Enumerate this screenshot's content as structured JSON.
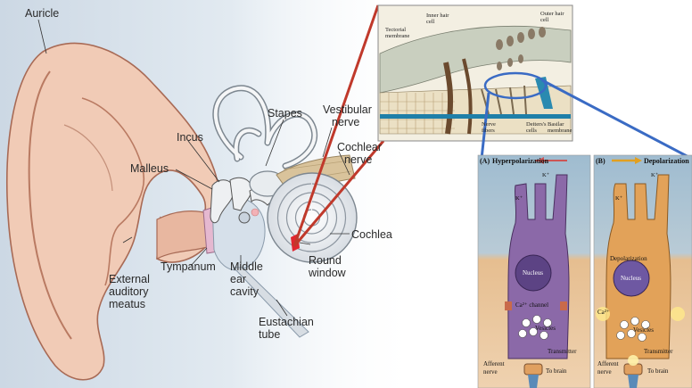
{
  "ear_labels": {
    "auricle": "Auricle",
    "stapes": "Stapes",
    "vestibular_1": "Vestibular",
    "vestibular_2": "nerve",
    "incus": "Incus",
    "malleus": "Malleus",
    "cochlear_1": "Cochlear",
    "cochlear_2": "nerve",
    "cochlea": "Cochlea",
    "tympanum": "Tympanum",
    "middle_1": "Middle",
    "middle_2": "ear",
    "middle_3": "cavity",
    "round_1": "Round",
    "round_2": "window",
    "external_1": "External",
    "external_2": "auditory",
    "external_3": "meatus",
    "eustachian_1": "Eustachian",
    "eustachian_2": "tube"
  },
  "organ_of_corti": {
    "tectorial": "Tectorial membrane",
    "inner_hair": "Inner hair cell",
    "outer_hair": "Outer hair cell",
    "deiters": "Deiters's cells",
    "basilar": "Basilar membrane",
    "fibers": "Nerve fibers"
  },
  "panel_a": {
    "tag": "(A)",
    "title": "Hyperpolarization",
    "k_top": "K⁺",
    "k_left": "K⁺",
    "nucleus": "Nucleus",
    "ca_channel": "Ca²⁺ channel",
    "vesicles": "Vesicles",
    "transmitter": "Transmitter",
    "afferent_1": "Afferent",
    "afferent_2": "nerve",
    "to_brain": "To brain"
  },
  "panel_b": {
    "tag": "(B)",
    "title": "Depolarization",
    "k_top": "K⁺",
    "k_left": "K⁺",
    "depol": "Depolarization",
    "nucleus": "Nucleus",
    "ca_left": "Ca²⁺",
    "vesicles": "Vesicles",
    "transmitter": "Transmitter",
    "afferent_1": "Afferent",
    "afferent_2": "nerve",
    "to_brain": "To brain"
  },
  "colors": {
    "pinna": "#f0c8b4",
    "pinna_edge": "#b07058",
    "highlight_red": "#c0392b",
    "highlight_blue": "#3a6bc4",
    "hair_cell_a": "#8a6aa8",
    "hair_cell_b": "#d89a58",
    "fluid_top": "#aac4d4",
    "fluid_bottom": "#e8c49a"
  }
}
